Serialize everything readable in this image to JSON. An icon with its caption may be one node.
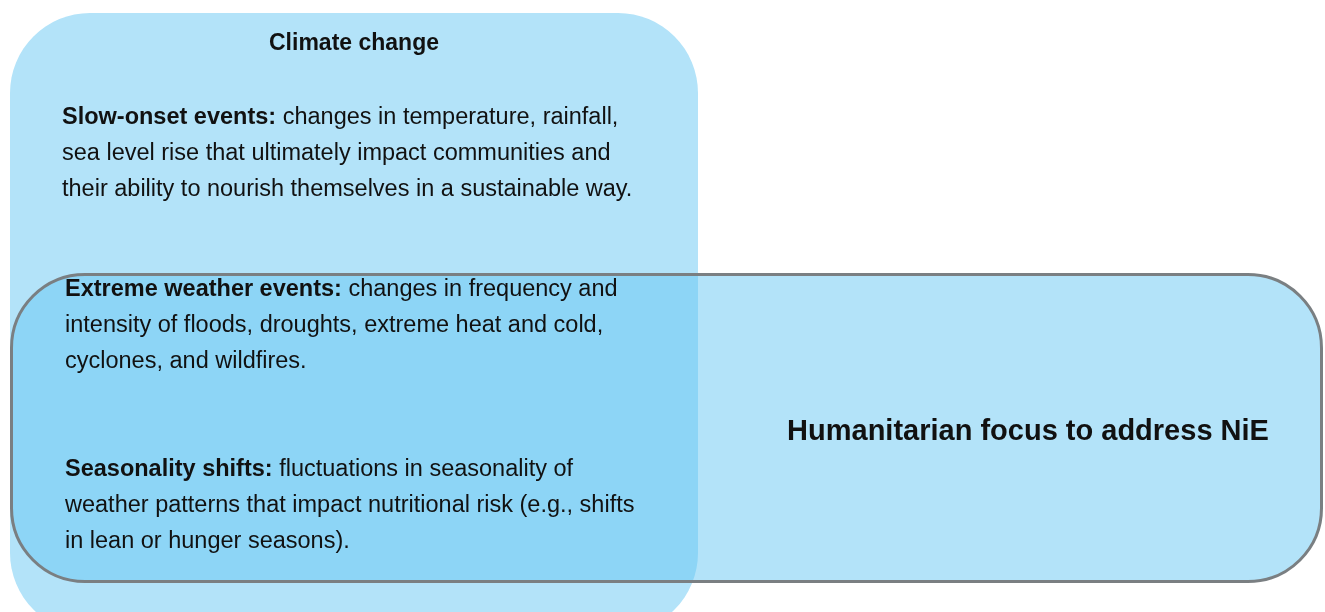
{
  "diagram": {
    "nodes": [
      {
        "text": [
          "Climate change",
          "**Slow-onset events:** changes in temperature, rainfall, sea level rise that ultimately impact communities and their ability to nourish themselves in a sustainable way."
        ]
      },
      {
        "text": [
          "**Extreme weather events:** changes in frequency and intensity of floods, droughts, extreme heat and cold, cyclones, and wildfires.",
          "**Seasonality shifts:** fluctuations in seasonality of weather patterns that impact nutritional risk (e.g., shifts in lean or hunger seasons).",
          "Humanitarian focus to address NiE"
        ]
      }
    ],
    "edges": []
  }
}
